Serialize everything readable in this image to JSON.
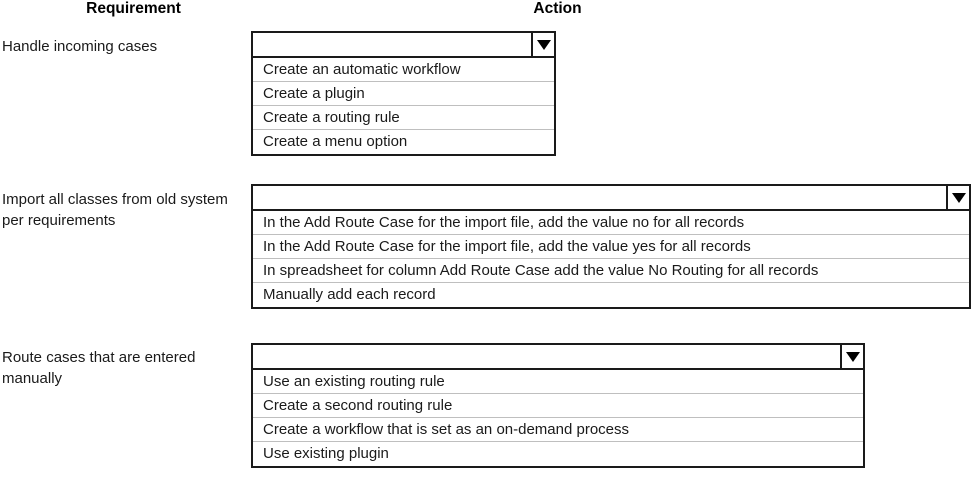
{
  "headers": {
    "requirement": "Requirement",
    "action": "Action"
  },
  "rows": [
    {
      "requirement": "Handle incoming cases",
      "dropdown": {
        "selected_value": "",
        "arrow_icon": "chevron-down-icon",
        "expanded": true,
        "options": [
          "Create an automatic workflow",
          "Create a plugin",
          "Create a routing rule",
          "Create a menu option"
        ]
      }
    },
    {
      "requirement": "Import all classes from old system per requirements",
      "dropdown": {
        "selected_value": "",
        "arrow_icon": "chevron-down-icon",
        "expanded": true,
        "options": [
          "In the Add Route Case for the import file, add the value no for all records",
          "In the Add Route Case for the import file, add the value yes for all records",
          "In spreadsheet for column Add Route Case add the value No Routing for all records",
          "Manually add each record"
        ]
      }
    },
    {
      "requirement": "Route cases that are entered manually",
      "dropdown": {
        "selected_value": "",
        "arrow_icon": "chevron-down-icon",
        "expanded": true,
        "options": [
          "Use an existing routing rule",
          "Create a second routing rule",
          "Create a workflow that is set as an on-demand process",
          "Use existing plugin"
        ]
      }
    }
  ],
  "colors": {
    "border": "#1a1a1a",
    "option_separator": "#bfbfbf",
    "text": "#1a1a1a",
    "background": "#ffffff"
  }
}
